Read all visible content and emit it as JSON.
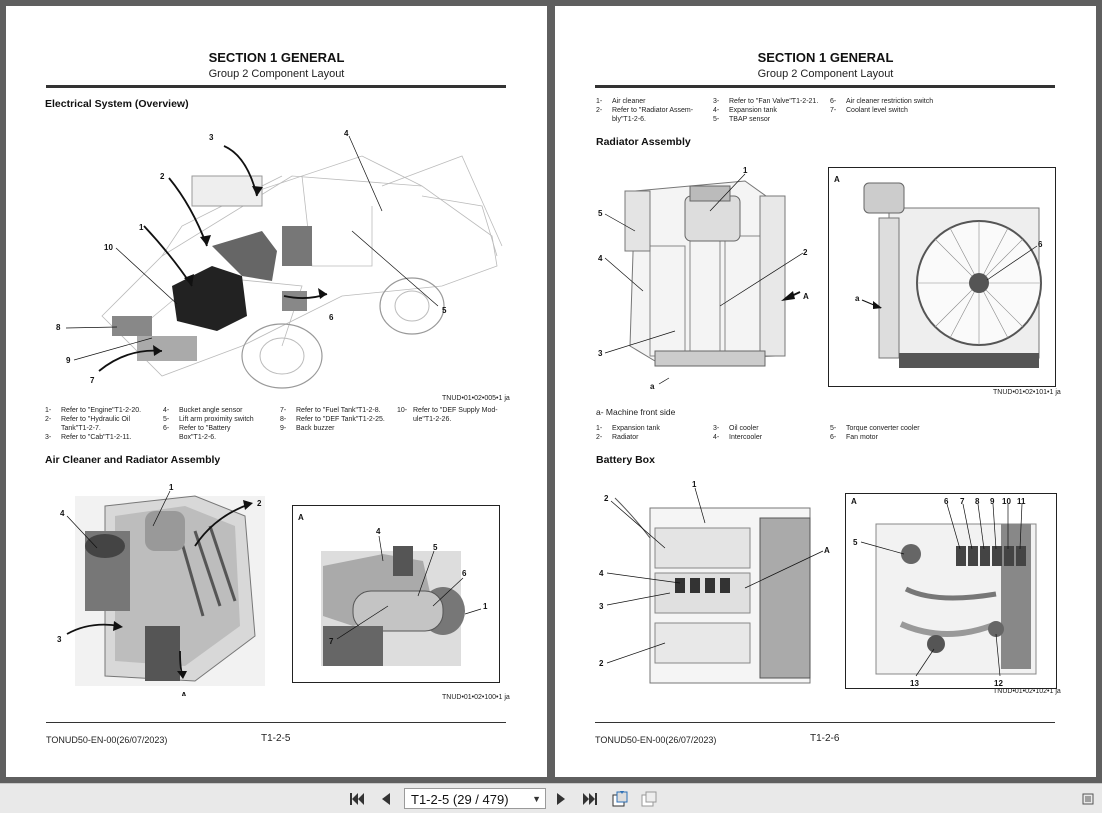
{
  "toolbar": {
    "page_display": "T1-2-5 (29 / 479)"
  },
  "left_page": {
    "section_title": "SECTION 1 GENERAL",
    "section_subtitle": "Group 2 Component Layout",
    "heading_electrical": "Electrical System (Overview)",
    "fig1_code": "TNUD•01•02•005•1 ja",
    "fig1_callouts": [
      "1",
      "2",
      "3",
      "4",
      "5",
      "6",
      "7",
      "8",
      "9",
      "10"
    ],
    "legend1": [
      {
        "n": "1-",
        "t": "Refer to \"Engine\"T1-2-20."
      },
      {
        "n": "2-",
        "t": "Refer to \"Hydraulic Oil"
      },
      {
        "n": "",
        "t": "Tank\"T1-2-7."
      },
      {
        "n": "3-",
        "t": "Refer to \"Cab\"T1-2-11."
      },
      {
        "n": "4-",
        "t": "Bucket angle sensor"
      },
      {
        "n": "5-",
        "t": "Lift arm proximity switch"
      },
      {
        "n": "6-",
        "t": "Refer to \"Battery"
      },
      {
        "n": "",
        "t": "Box\"T1-2-6."
      },
      {
        "n": "7-",
        "t": "Refer to \"Fuel Tank\"T1-2-8."
      },
      {
        "n": "8-",
        "t": "Refer to \"DEF Tank\"T1-2-25."
      },
      {
        "n": "9-",
        "t": "Back buzzer"
      },
      {
        "n": "10-",
        "t": "Refer to \"DEF Supply Mod-"
      },
      {
        "n": "",
        "t": "ule\"T1-2-26."
      }
    ],
    "heading_air": "Air Cleaner and Radiator Assembly",
    "fig2_callouts": [
      "1",
      "2",
      "3",
      "4",
      "A"
    ],
    "fig2b_callouts": [
      "A",
      "4",
      "5",
      "6",
      "1",
      "7"
    ],
    "fig2_code": "TNUD•01•02•100•1 ja",
    "footer_doc": "TONUD50-EN-00(26/07/2023)",
    "footer_page": "T1-2-5"
  },
  "right_page": {
    "section_title": "SECTION 1 GENERAL",
    "section_subtitle": "Group 2 Component Layout",
    "legend_top": [
      {
        "n": "1-",
        "t": "Air cleaner"
      },
      {
        "n": "2-",
        "t": "Refer to \"Radiator Assem-"
      },
      {
        "n": "",
        "t": "bly\"T1-2-6."
      },
      {
        "n": "3-",
        "t": "Refer to \"Fan Valve\"T1-2-21."
      },
      {
        "n": "4-",
        "t": "Expansion tank"
      },
      {
        "n": "5-",
        "t": "TBAP sensor"
      },
      {
        "n": "6-",
        "t": "Air cleaner restriction switch"
      },
      {
        "n": "7-",
        "t": "Coolant level switch"
      }
    ],
    "heading_radiator": "Radiator Assembly",
    "fig3_callouts": [
      "1",
      "2",
      "3",
      "4",
      "5",
      "A",
      "a"
    ],
    "fig3b_callouts": [
      "A",
      "6",
      "a"
    ],
    "fig3_code": "TNUD•01•02•101•1 ja",
    "caption_a": "a- Machine front side",
    "legend_rad": [
      {
        "n": "1-",
        "t": "Expansion tank"
      },
      {
        "n": "2-",
        "t": "Radiator"
      },
      {
        "n": "3-",
        "t": "Oil cooler"
      },
      {
        "n": "4-",
        "t": "Intercooler"
      },
      {
        "n": "5-",
        "t": "Torque converter cooler"
      },
      {
        "n": "6-",
        "t": "Fan motor"
      }
    ],
    "heading_battery": "Battery Box",
    "fig4_callouts": [
      "1",
      "2",
      "A",
      "4",
      "3",
      "2"
    ],
    "fig4b_callouts": [
      "A",
      "5",
      "6",
      "7",
      "8",
      "9",
      "10",
      "11",
      "13",
      "12"
    ],
    "fig4_code": "TNUD•01•02•102•1 ja",
    "footer_doc": "TONUD50-EN-00(26/07/2023)",
    "footer_page": "T1-2-6"
  }
}
